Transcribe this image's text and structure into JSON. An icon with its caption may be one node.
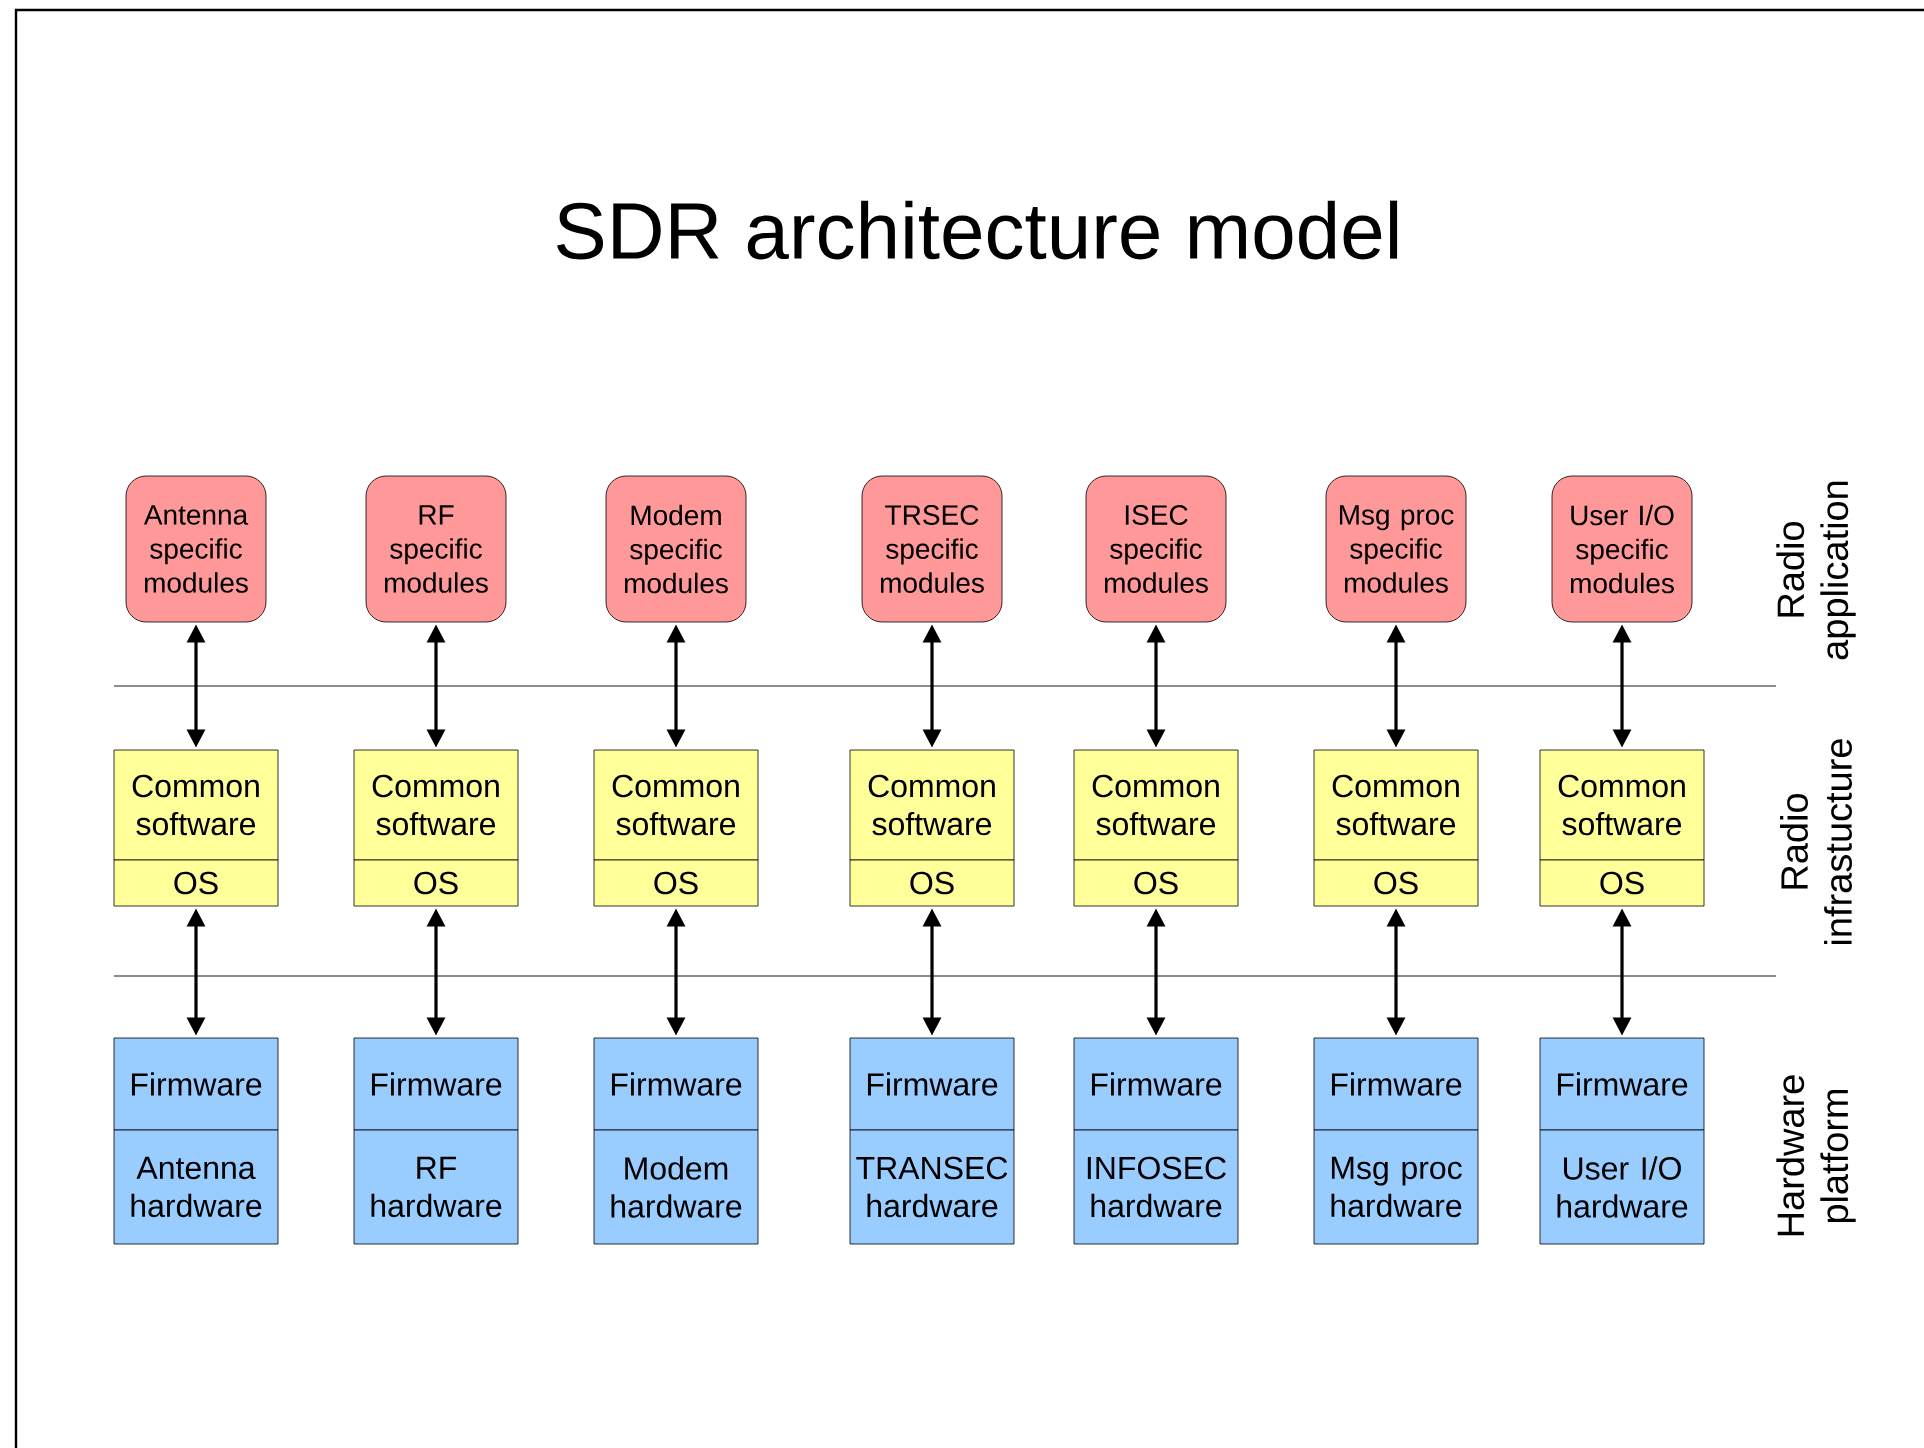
{
  "diagram": {
    "title": "SDR architecture model",
    "nodes": [
      {
        "text": [
          "Antenna specific modules"
        ]
      },
      {
        "text": [
          "RF specific modules"
        ]
      },
      {
        "text": [
          "Modem specific modules"
        ]
      },
      {
        "text": [
          "TRSEC specific modules"
        ]
      },
      {
        "text": [
          "ISEC specific modules"
        ]
      },
      {
        "text": [
          "Msg proc specific modules"
        ]
      },
      {
        "text": [
          "User I/O specific modules"
        ]
      },
      {
        "text": [
          "Common software"
        ]
      },
      {
        "text": [
          "Common software"
        ]
      },
      {
        "text": [
          "Common software"
        ]
      },
      {
        "text": [
          "Common software"
        ]
      },
      {
        "text": [
          "Common software"
        ]
      },
      {
        "text": [
          "Common software"
        ]
      },
      {
        "text": [
          "Common software"
        ]
      },
      {
        "text": [
          "OS"
        ]
      },
      {
        "text": [
          "OS"
        ]
      },
      {
        "text": [
          "OS"
        ]
      },
      {
        "text": [
          "OS"
        ]
      },
      {
        "text": [
          "OS"
        ]
      },
      {
        "text": [
          "OS"
        ]
      },
      {
        "text": [
          "OS"
        ]
      },
      {
        "text": [
          "Firmware"
        ]
      },
      {
        "text": [
          "Firmware"
        ]
      },
      {
        "text": [
          "Firmware"
        ]
      },
      {
        "text": [
          "Firmware"
        ]
      },
      {
        "text": [
          "Firmware"
        ]
      },
      {
        "text": [
          "Firmware"
        ]
      },
      {
        "text": [
          "Firmware"
        ]
      },
      {
        "text": [
          "Antenna hardware"
        ]
      },
      {
        "text": [
          "RF hardware"
        ]
      },
      {
        "text": [
          "Modem hardware"
        ]
      },
      {
        "text": [
          "TRANSEC hardware"
        ]
      },
      {
        "text": [
          "INFOSEC hardware"
        ]
      },
      {
        "text": [
          "Msg proc hardware"
        ]
      },
      {
        "text": [
          "User I/O hardware"
        ]
      }
    ],
    "edges": [
      {
        "from": 0,
        "to": 7,
        "arrow": "both"
      },
      {
        "from": 1,
        "to": 8,
        "arrow": "both"
      },
      {
        "from": 2,
        "to": 9,
        "arrow": "both"
      },
      {
        "from": 3,
        "to": 10,
        "arrow": "both"
      },
      {
        "from": 4,
        "to": 11,
        "arrow": "both"
      },
      {
        "from": 5,
        "to": 12,
        "arrow": "both"
      },
      {
        "from": 6,
        "to": 13,
        "arrow": "both"
      },
      {
        "from": 14,
        "to": 21,
        "arrow": "both"
      },
      {
        "from": 15,
        "to": 22,
        "arrow": "both"
      },
      {
        "from": 16,
        "to": 23,
        "arrow": "both"
      },
      {
        "from": 17,
        "to": 24,
        "arrow": "both"
      },
      {
        "from": 18,
        "to": 25,
        "arrow": "both"
      },
      {
        "from": 19,
        "to": 26,
        "arrow": "both"
      },
      {
        "from": 20,
        "to": 27,
        "arrow": "both"
      }
    ],
    "labels": [
      "Radio application",
      "Radio infrastucture",
      "Hardware platform"
    ]
  }
}
